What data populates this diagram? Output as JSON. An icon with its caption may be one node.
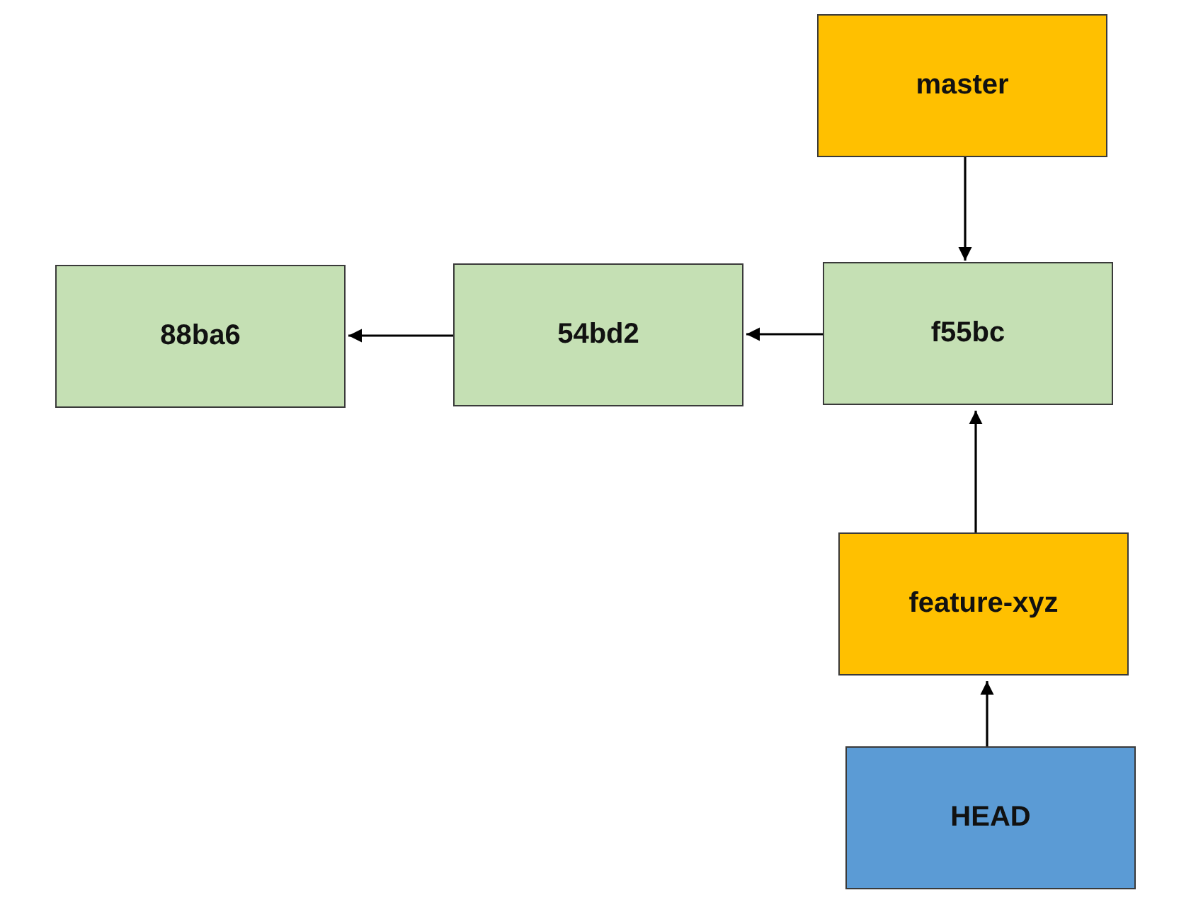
{
  "diagram": {
    "nodes": [
      {
        "text": [
          "master"
        ]
      },
      {
        "text": [
          "88ba6"
        ]
      },
      {
        "text": [
          "54bd2"
        ]
      },
      {
        "text": [
          "f55bc"
        ]
      },
      {
        "text": [
          "feature-xyz"
        ]
      },
      {
        "text": [
          "HEAD"
        ]
      }
    ],
    "edges": [
      {
        "from": 0,
        "to": 3,
        "arrow": "to"
      },
      {
        "from": 3,
        "to": 2,
        "arrow": "to"
      },
      {
        "from": 2,
        "to": 1,
        "arrow": "to"
      },
      {
        "from": 4,
        "to": 3,
        "arrow": "to"
      },
      {
        "from": 5,
        "to": 4,
        "arrow": "to"
      }
    ]
  }
}
